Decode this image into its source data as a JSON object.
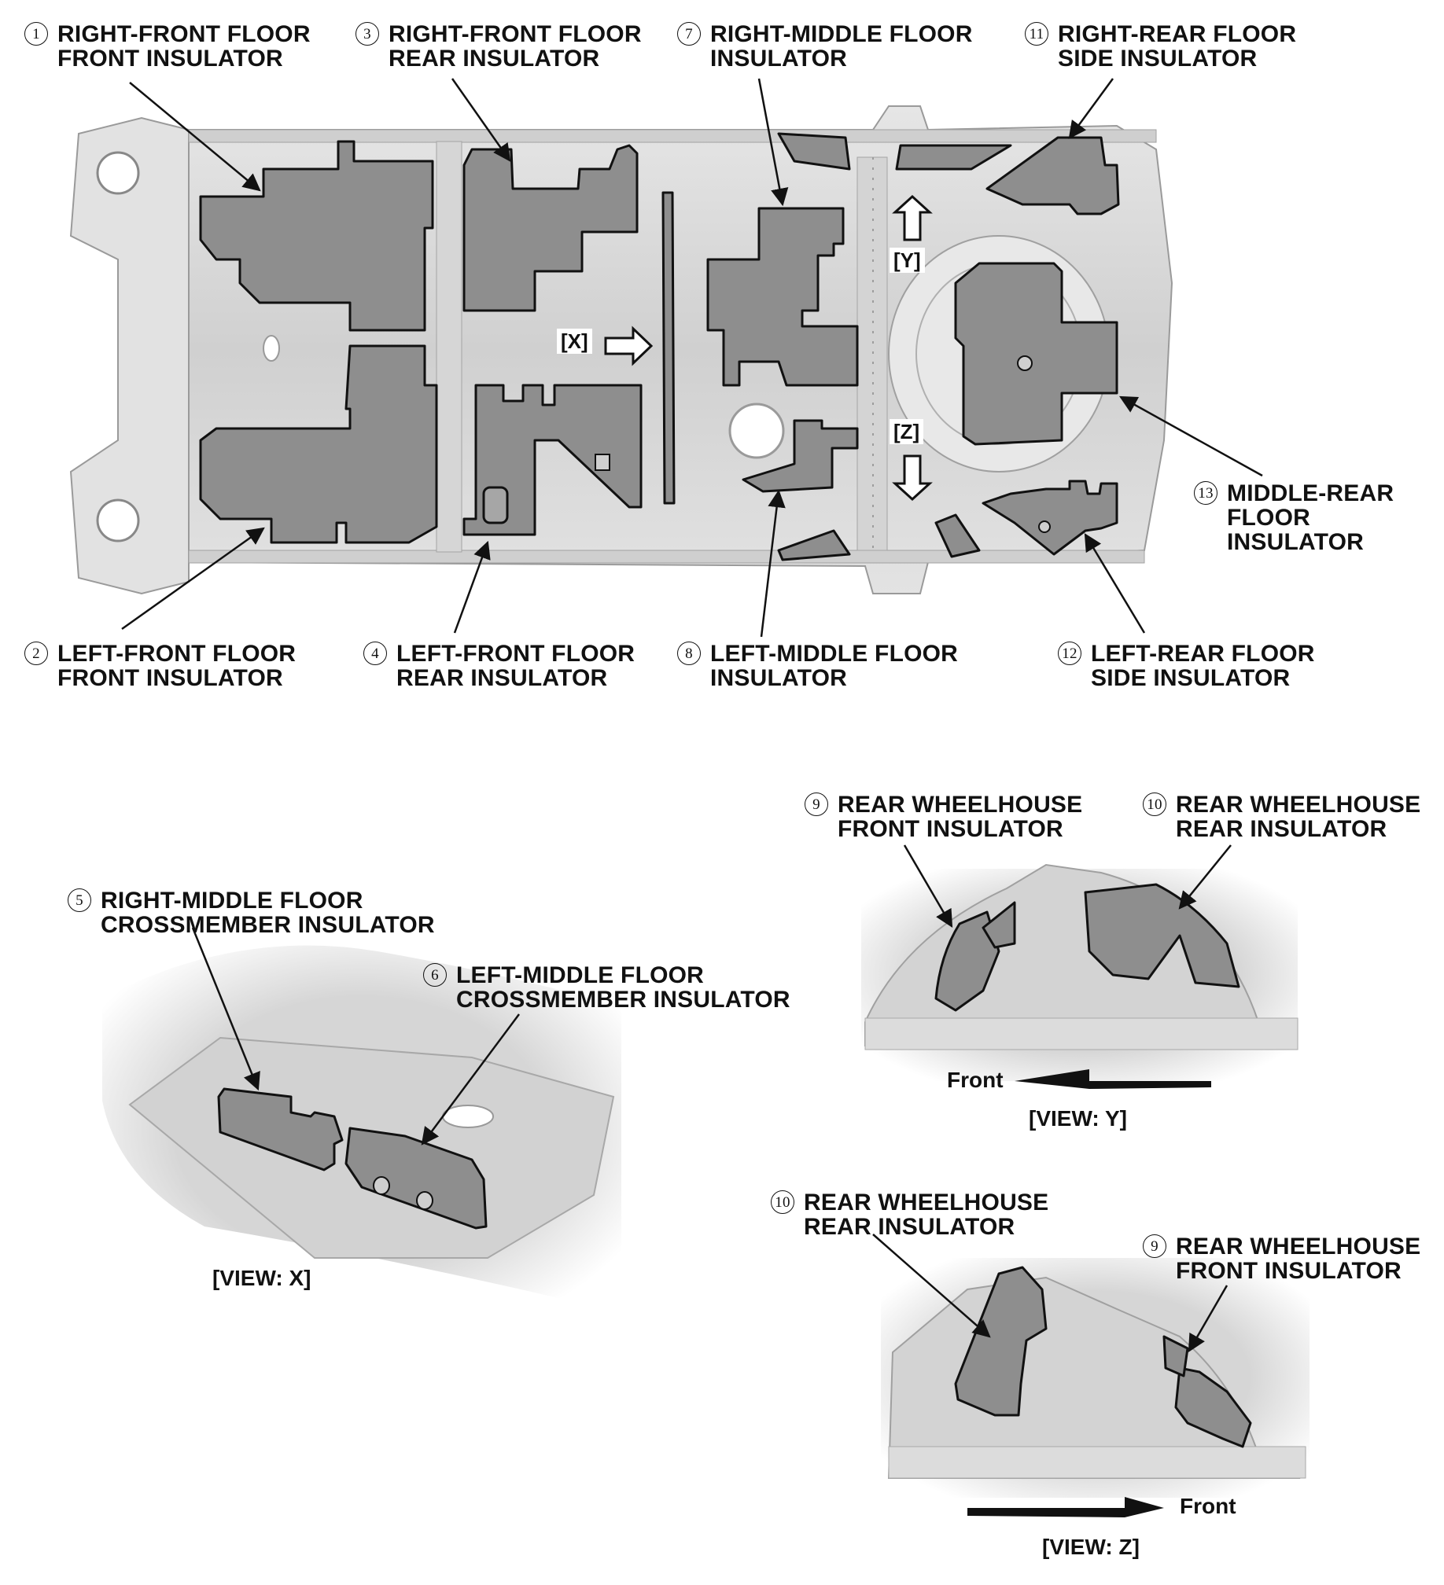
{
  "labels": [
    {
      "num": "1",
      "l1": "RIGHT-FRONT FLOOR",
      "l2": "FRONT INSULATOR"
    },
    {
      "num": "2",
      "l1": "LEFT-FRONT FLOOR",
      "l2": "FRONT INSULATOR"
    },
    {
      "num": "3",
      "l1": "RIGHT-FRONT FLOOR",
      "l2": "REAR INSULATOR"
    },
    {
      "num": "4",
      "l1": "LEFT-FRONT FLOOR",
      "l2": "REAR INSULATOR"
    },
    {
      "num": "5",
      "l1": "RIGHT-MIDDLE FLOOR",
      "l2": "CROSSMEMBER INSULATOR"
    },
    {
      "num": "6",
      "l1": "LEFT-MIDDLE FLOOR",
      "l2": "CROSSMEMBER INSULATOR"
    },
    {
      "num": "7",
      "l1": "RIGHT-MIDDLE FLOOR",
      "l2": "INSULATOR"
    },
    {
      "num": "8",
      "l1": "LEFT-MIDDLE FLOOR",
      "l2": "INSULATOR"
    },
    {
      "num": "9",
      "l1": "REAR WHEELHOUSE",
      "l2": "FRONT INSULATOR"
    },
    {
      "num": "10",
      "l1": "REAR WHEELHOUSE",
      "l2": "REAR INSULATOR"
    },
    {
      "num": "11",
      "l1": "RIGHT-REAR FLOOR",
      "l2": "SIDE INSULATOR"
    },
    {
      "num": "12",
      "l1": "LEFT-REAR FLOOR",
      "l2": "SIDE INSULATOR"
    },
    {
      "num": "13",
      "l1": "MIDDLE-REAR",
      "l2": "FLOOR",
      "l3": "INSULATOR"
    }
  ],
  "view_tags": {
    "x": "[X]",
    "y": "[Y]",
    "z": "[Z]"
  },
  "captions": {
    "view_x": "[VIEW: X]",
    "view_y": "[VIEW: Y]",
    "view_z": "[VIEW: Z]"
  },
  "front_label": "Front",
  "colors": {
    "insulator_fill": "#8e8e8e",
    "outline": "#111111",
    "body_shell": "#dcdcdc",
    "body_shadow": "#b8b8b8"
  }
}
